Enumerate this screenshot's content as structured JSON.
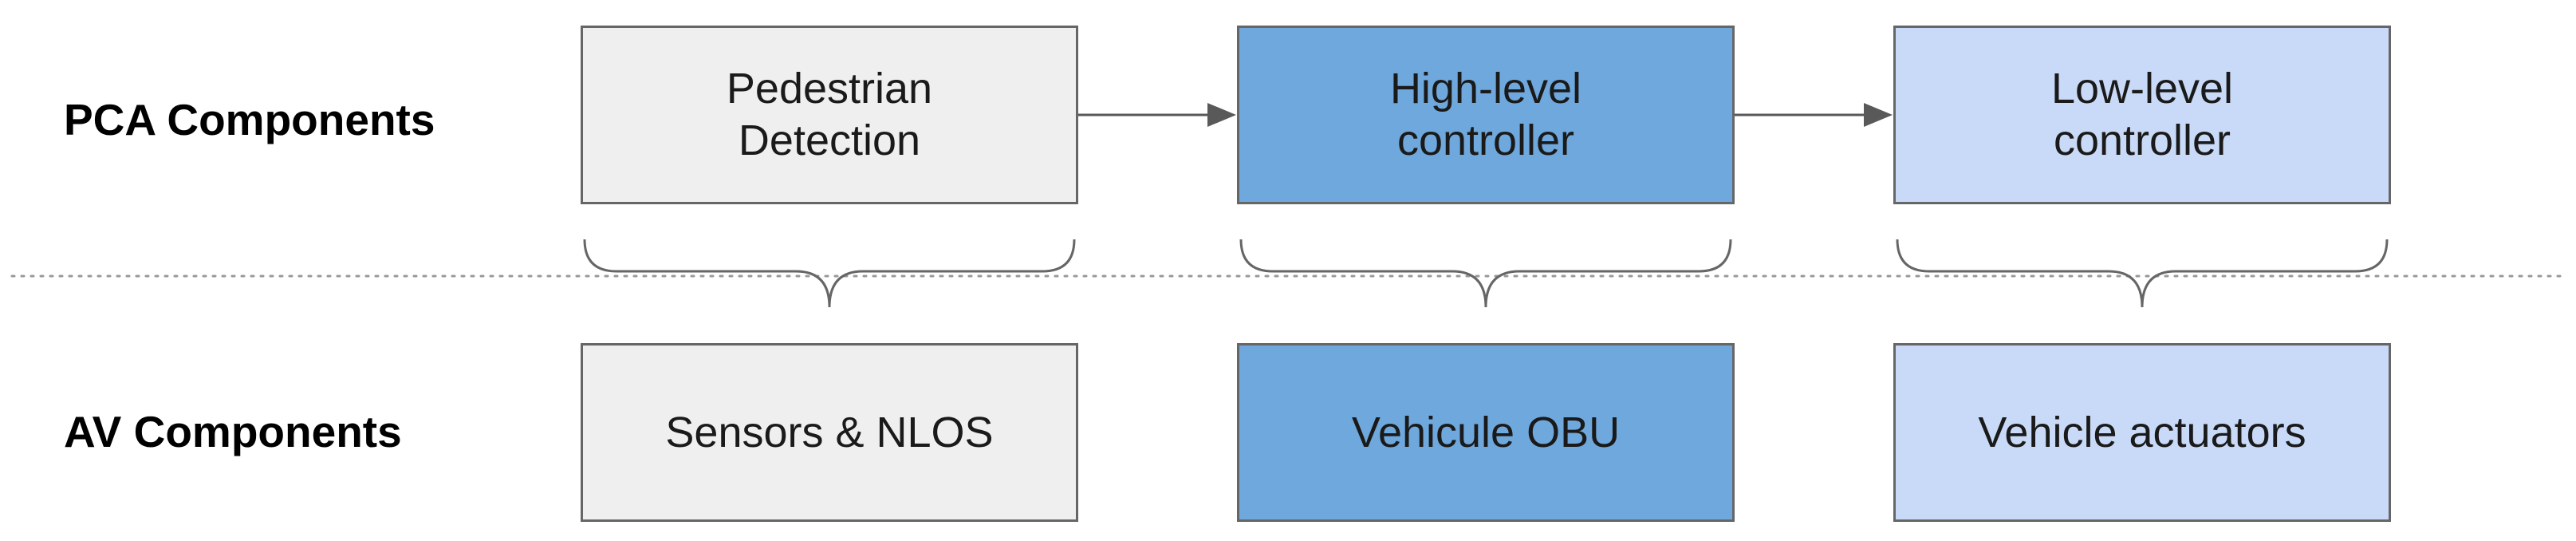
{
  "rows": {
    "pca_label": "PCA Components",
    "av_label": "AV Components"
  },
  "pca_components": [
    {
      "line1": "Pedestrian",
      "line2": "Detection",
      "color": "#efefef"
    },
    {
      "line1": "High-level",
      "line2": "controller",
      "color": "#6fa8dc"
    },
    {
      "line1": "Low-level",
      "line2": "controller",
      "color": "#c9daf8"
    }
  ],
  "av_components": [
    {
      "label": "Sensors & NLOS",
      "color": "#efefef"
    },
    {
      "label": "Vehicule OBU",
      "color": "#6fa8dc"
    },
    {
      "label": "Vehicle actuators",
      "color": "#c9daf8"
    }
  ],
  "colors": {
    "border": "#666666",
    "arrow": "#595959",
    "divider": "#999999",
    "brace": "#666666"
  }
}
